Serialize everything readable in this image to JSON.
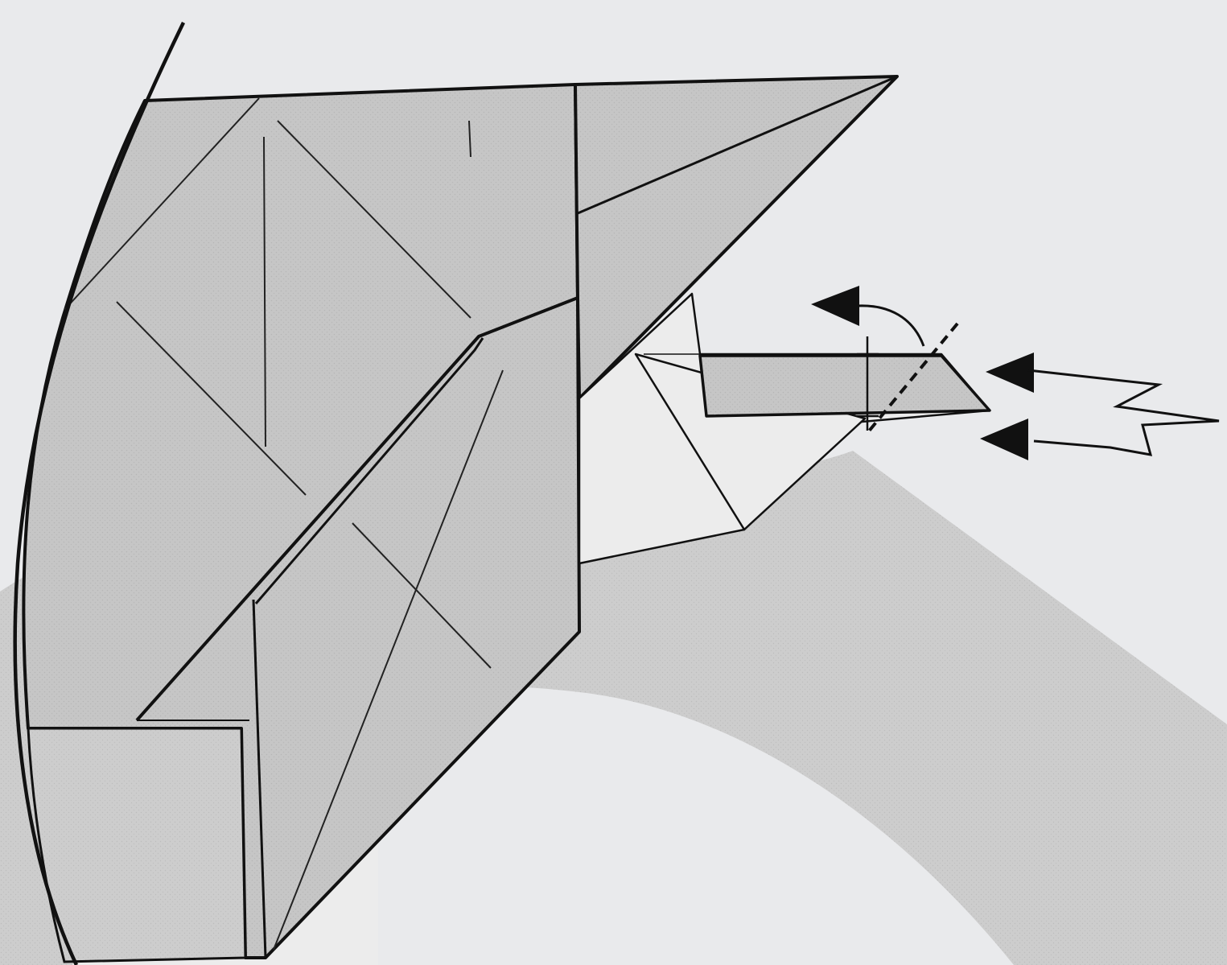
{
  "diagram": {
    "type": "origami-instruction-step",
    "colors": {
      "background": "#e9eaec",
      "paper": "#c4c4c4",
      "paper_light": "#cfcfcf",
      "band": "#c9c9c9",
      "line": "#111111",
      "white_paper": "#ececec"
    },
    "symbols": [
      "valley-fold-dashed-line",
      "fold-over-arrow",
      "push-in-arrow",
      "push-in-arrow"
    ]
  }
}
